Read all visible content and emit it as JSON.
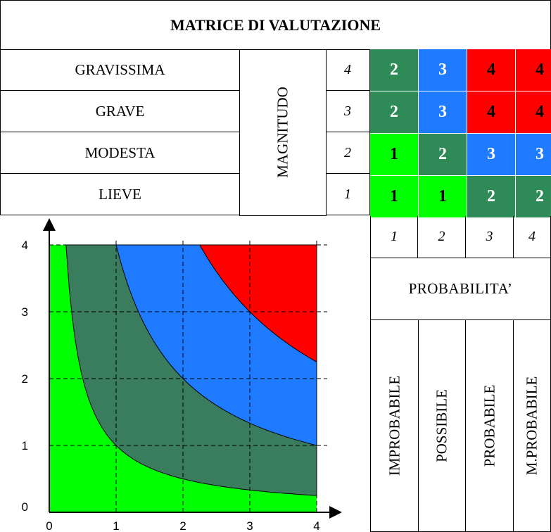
{
  "title": "MATRICE DI VALUTAZIONE",
  "severity_labels": [
    "GRAVISSIMA",
    "GRAVE",
    "MODESTA",
    "LIEVE"
  ],
  "magnitude_label": "MAGNITUDO",
  "row_numbers": [
    "4",
    "3",
    "2",
    "1"
  ],
  "matrix": [
    [
      "2",
      "3",
      "4",
      "4"
    ],
    [
      "2",
      "3",
      "4",
      "4"
    ],
    [
      "1",
      "2",
      "3",
      "3"
    ],
    [
      "1",
      "1",
      "2",
      "2"
    ]
  ],
  "colors": {
    "1": "#00ff00",
    "2": "#2e8b57",
    "3": "#1e7bff",
    "4": "#ff0000",
    "level_1_green": "#00ff00",
    "level_2_darkgreen": "#3a7d5e",
    "level_3_blue": "#1e7bff",
    "level_4_red": "#ff0000"
  },
  "col_numbers": [
    "1",
    "2",
    "3",
    "4"
  ],
  "probability_label": "PROBABILITA’",
  "probability_levels": [
    "IMPROBABILE",
    "POSSIBILE",
    "PROBABILE",
    "M.PROBABILE"
  ],
  "chart_data": {
    "type": "area",
    "x_ticks": [
      "0",
      "1",
      "2",
      "3",
      "4"
    ],
    "y_ticks": [
      "0",
      "1",
      "2",
      "3",
      "4"
    ],
    "xlim": [
      0,
      4
    ],
    "ylim": [
      0,
      4
    ],
    "grid": true,
    "boundaries": [
      {
        "region_above": "level_2_darkgreen",
        "curve": "x*y = 1"
      },
      {
        "region_above": "level_3_blue",
        "curve": "x*y = 4"
      },
      {
        "region_above": "level_4_red",
        "curve": "x*y = 9"
      }
    ]
  }
}
